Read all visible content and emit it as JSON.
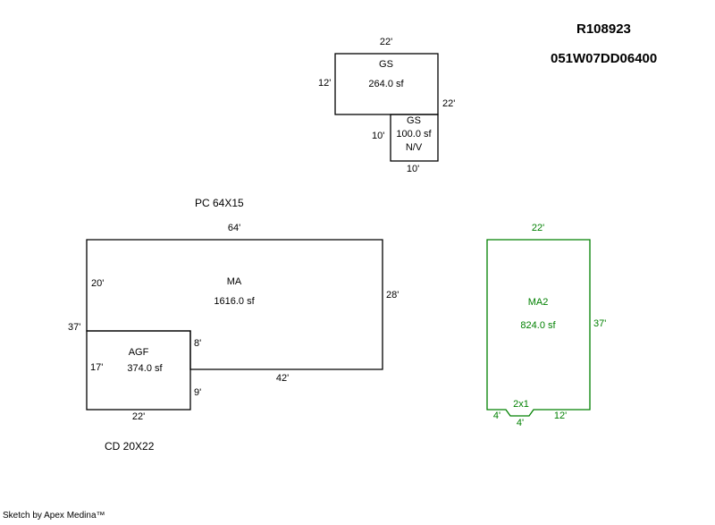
{
  "header": {
    "account": "R108923",
    "parcel": "051W07DD06400"
  },
  "notes": {
    "pc": "PC 64X15",
    "cd": "CD 20X22"
  },
  "footer": {
    "credit": "Sketch by Apex Medina™"
  },
  "gs1": {
    "label": "GS",
    "area": "264.0 sf",
    "dim_top": "22'",
    "dim_left": "12'"
  },
  "gs2": {
    "label": "GS",
    "area": "100.0 sf",
    "note": "N/V",
    "dim_right": "22'",
    "dim_left": "10'",
    "dim_bottom": "10'"
  },
  "ma": {
    "label": "MA",
    "area": "1616.0 sf",
    "dim_top": "64'",
    "dim_left_upper": "20'",
    "dim_left_total": "37'",
    "dim_right": "28'",
    "dim_step_upper": "8'",
    "dim_bottom": "42'",
    "dim_step_lower": "9'"
  },
  "agf": {
    "label": "AGF",
    "area": "374.0 sf",
    "dim_left": "17'",
    "dim_bottom": "22'"
  },
  "ma2": {
    "label": "MA2",
    "area": "824.0 sf",
    "dim_top": "22'",
    "dim_right": "37'",
    "dim_bottom_left": "4'",
    "dim_notch": "2x1",
    "dim_notch_bottom": "4'",
    "dim_bottom_right": "12'"
  },
  "colors": {
    "ink": "#000000",
    "ma2_line": "#008000"
  }
}
